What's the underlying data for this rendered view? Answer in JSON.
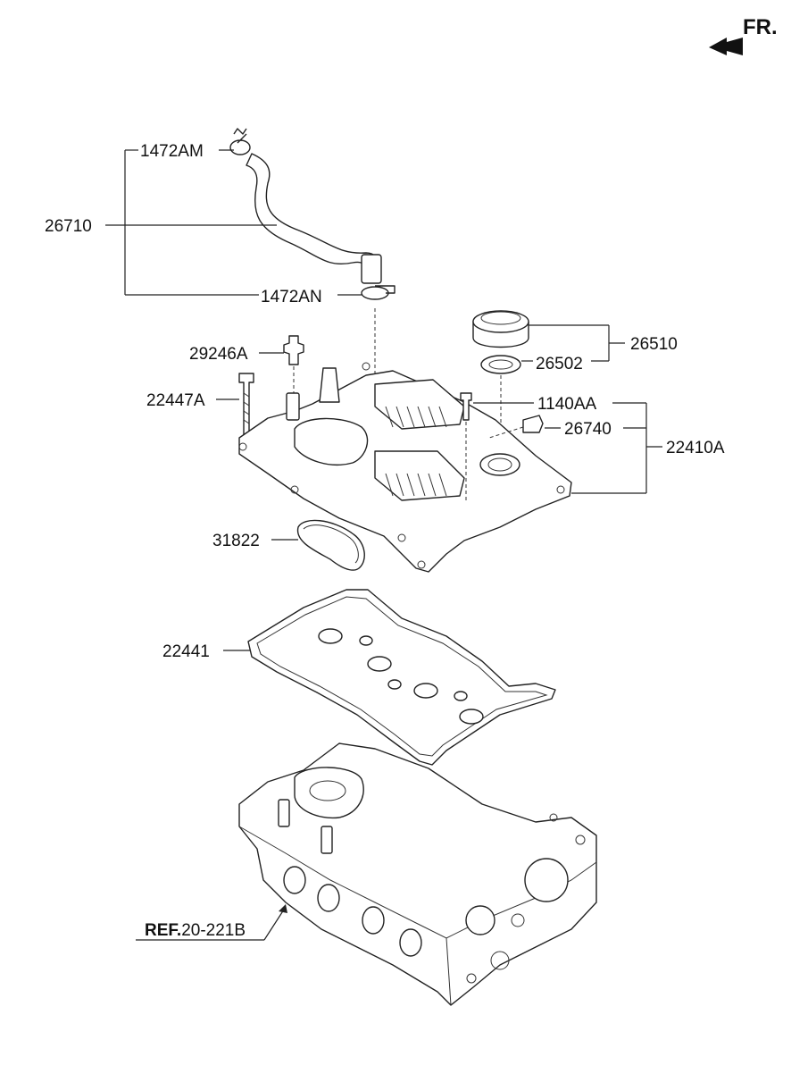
{
  "orientation": {
    "label": "FR."
  },
  "callouts": {
    "hose_clamp_upper": "1472AM",
    "breather_hose": "26710",
    "hose_clamp_lower": "1472AN",
    "pcv_valve": "29246A",
    "bolt_long": "22447A",
    "oil_filler_cap": "26510",
    "cap_gasket": "26502",
    "bolt_short": "1140AA",
    "oil_control_valve": "26740",
    "rocker_cover_assy": "22410A",
    "filler_gasket": "31822",
    "rocker_cover_gasket": "22441"
  },
  "reference": {
    "prefix": "REF.",
    "code": "20-221B"
  }
}
